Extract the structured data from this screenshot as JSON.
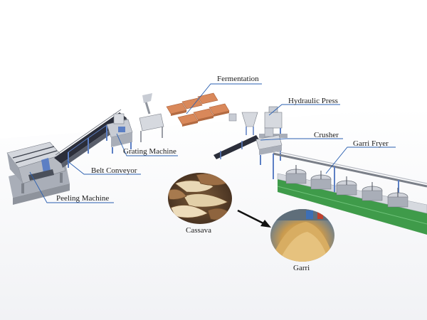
{
  "labels": {
    "fermentation": "Fermentation",
    "hydraulic_press": "Hydraulic Press",
    "crusher": "Crusher",
    "garri_fryer": "Garri Fryer",
    "grating_machine": "Grating Machine",
    "belt_conveyor": "Belt Conveyor",
    "peeling_machine": "Peeling Machine"
  },
  "photos": {
    "cassava": "Cassava",
    "garri": "Garri"
  },
  "colors": {
    "callout": "#2a5fb0",
    "machine_steel": "#c8ccd4",
    "frame_blue": "#5c7fc4",
    "fermentation_tray": "#d9885a",
    "fryer_base": "#3f9b4a",
    "conveyor_belt": "#2b2e3a"
  }
}
